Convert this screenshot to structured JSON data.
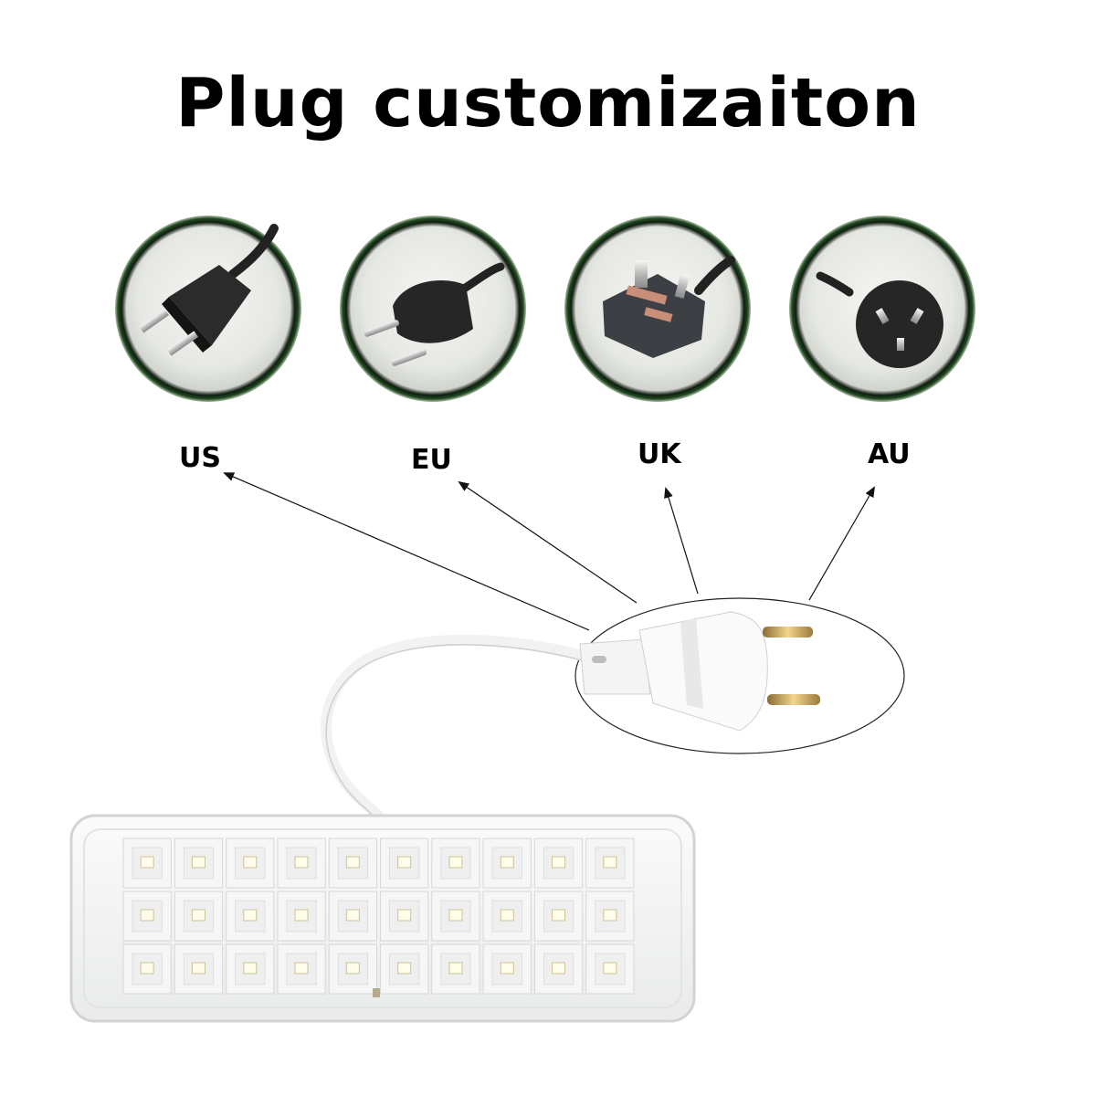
{
  "title": "Plug customizaiton",
  "plugs": [
    {
      "label": "US",
      "icon": "us-plug-icon"
    },
    {
      "label": "EU",
      "icon": "eu-plug-icon"
    },
    {
      "label": "UK",
      "icon": "uk-plug-icon"
    },
    {
      "label": "AU",
      "icon": "au-plug-icon"
    }
  ],
  "product": {
    "icon": "led-emergency-light-icon",
    "led_rows": 3,
    "led_columns": 10
  },
  "colors": {
    "ring": "#0f2c12",
    "text": "#000000",
    "background": "#ffffff"
  }
}
